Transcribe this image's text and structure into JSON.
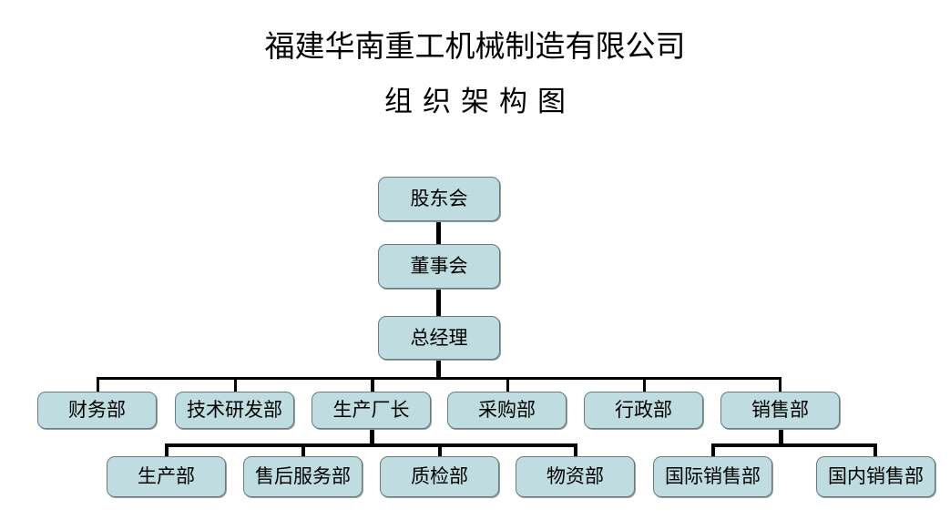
{
  "document": {
    "title_line1": "福建华南重工机械制造有限公司",
    "title_line2": "组织架构图"
  },
  "theme": {
    "node_fill": "#bfdde0",
    "node_border": "#6b7b7d",
    "connector": "#000000",
    "background": "#ffffff",
    "text": "#000000"
  },
  "chart": {
    "type": "org-chart",
    "levels": [
      {
        "level": 1,
        "nodes": [
          {
            "id": "n1",
            "label": "股东会"
          }
        ]
      },
      {
        "level": 2,
        "nodes": [
          {
            "id": "n2",
            "label": "董事会"
          }
        ]
      },
      {
        "level": 3,
        "nodes": [
          {
            "id": "n3",
            "label": "总经理"
          }
        ]
      },
      {
        "level": 4,
        "nodes": [
          {
            "id": "n4",
            "label": "财务部"
          },
          {
            "id": "n5",
            "label": "技术研发部"
          },
          {
            "id": "n6",
            "label": "生产厂长"
          },
          {
            "id": "n7",
            "label": "采购部"
          },
          {
            "id": "n8",
            "label": "行政部"
          },
          {
            "id": "n9",
            "label": "销售部"
          }
        ]
      },
      {
        "level": 5,
        "nodes": [
          {
            "id": "n10",
            "label": "生产部"
          },
          {
            "id": "n11",
            "label": "售后服务部"
          },
          {
            "id": "n12",
            "label": "质检部"
          },
          {
            "id": "n13",
            "label": "物资部"
          },
          {
            "id": "n14",
            "label": "国际销售部"
          },
          {
            "id": "n15",
            "label": "国内销售部"
          }
        ]
      }
    ],
    "edges": [
      {
        "from": "n1",
        "to": "n2"
      },
      {
        "from": "n2",
        "to": "n3"
      },
      {
        "from": "n3",
        "to": "n4"
      },
      {
        "from": "n3",
        "to": "n5"
      },
      {
        "from": "n3",
        "to": "n6"
      },
      {
        "from": "n3",
        "to": "n7"
      },
      {
        "from": "n3",
        "to": "n8"
      },
      {
        "from": "n3",
        "to": "n9"
      },
      {
        "from": "n6",
        "to": "n10"
      },
      {
        "from": "n6",
        "to": "n11"
      },
      {
        "from": "n6",
        "to": "n12"
      },
      {
        "from": "n6",
        "to": "n13"
      },
      {
        "from": "n9",
        "to": "n14"
      },
      {
        "from": "n9",
        "to": "n15"
      }
    ]
  }
}
